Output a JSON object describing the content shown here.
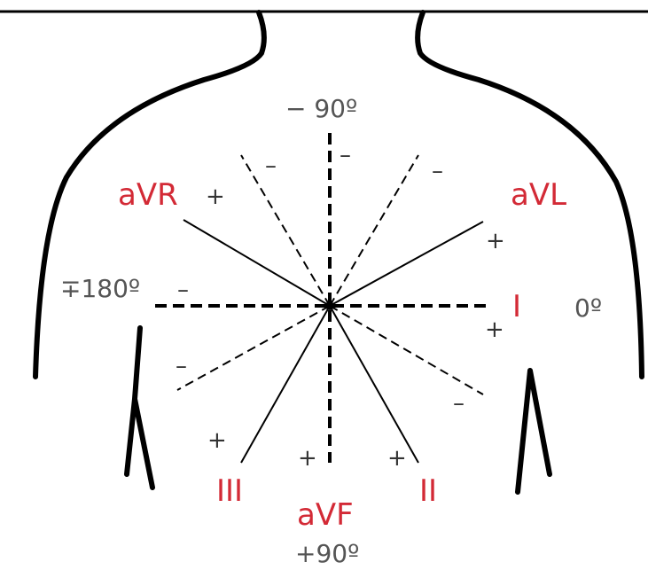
{
  "colors": {
    "lead": "#d32a36",
    "degree": "#555555",
    "sign": "#333333",
    "line": "#000000"
  },
  "leads": {
    "aVR": "aVR",
    "aVL": "aVL",
    "I": "I",
    "II": "II",
    "III": "III",
    "aVF": "aVF"
  },
  "degrees": {
    "minus90": "− 90º",
    "plus90": "+90º",
    "zero": "0º",
    "pm180": "∓180º"
  },
  "signs": {
    "plus": "+",
    "minus": "–"
  }
}
